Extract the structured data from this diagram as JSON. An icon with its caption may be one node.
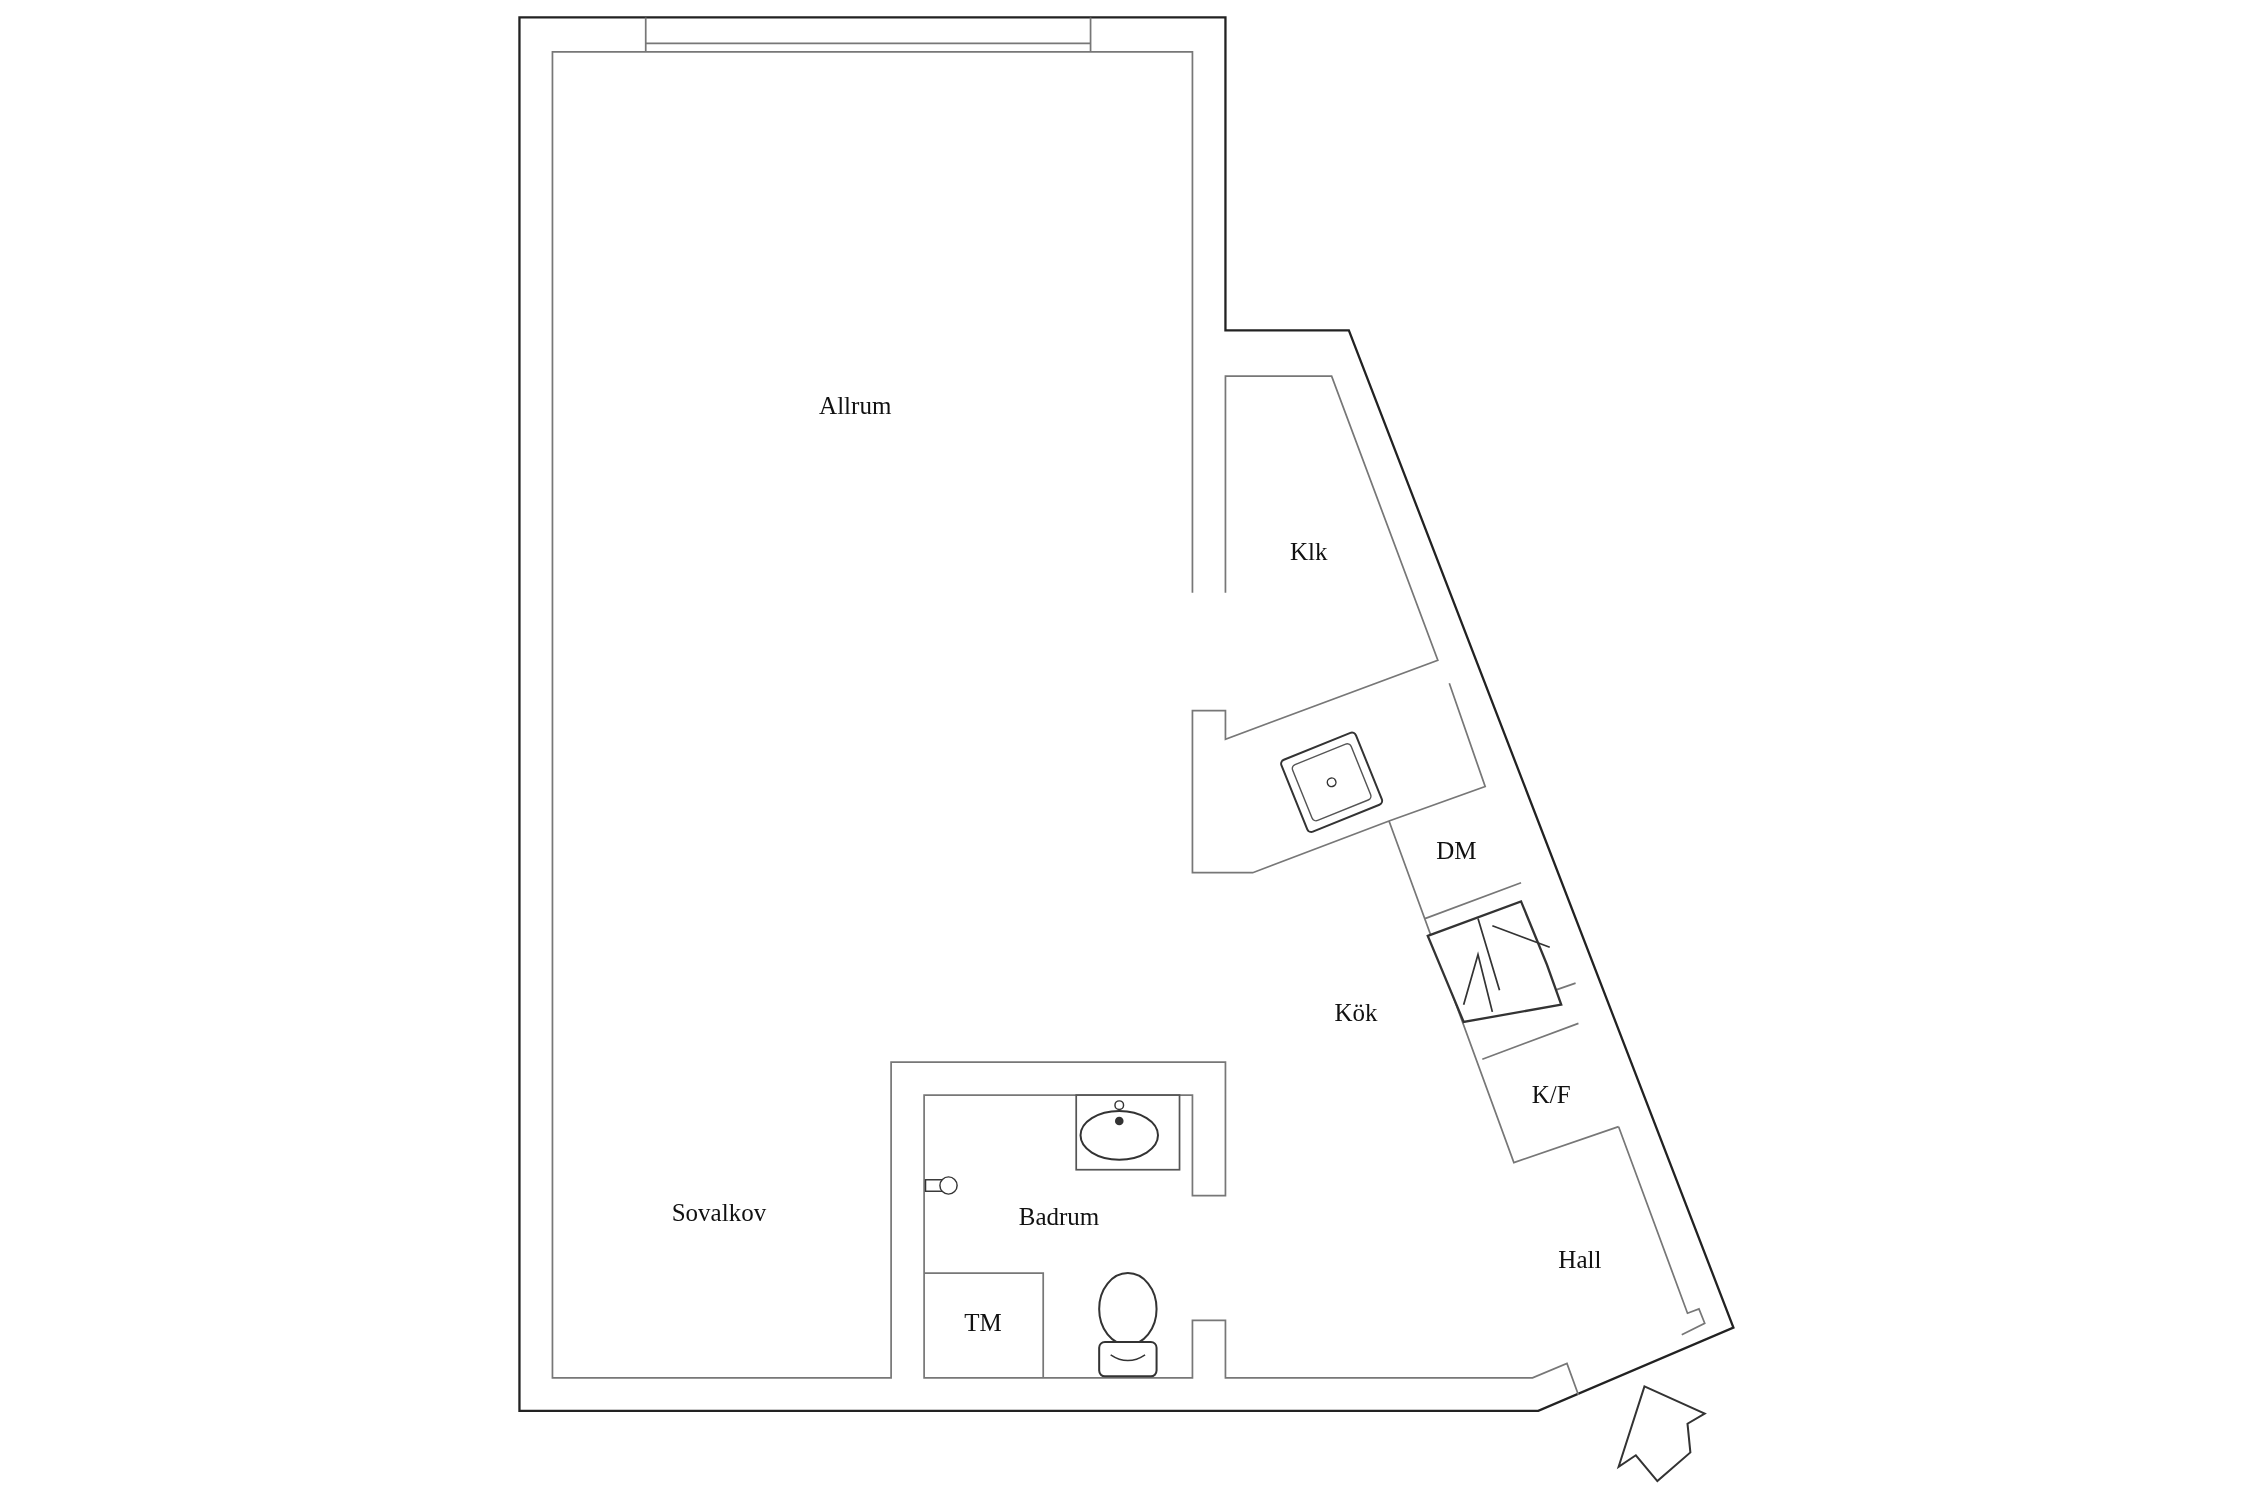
{
  "diagram": {
    "labels": [
      "Allrum",
      "Klk",
      "DM",
      "Kök",
      "K/F",
      "Sovalkov",
      "Badrum",
      "Hall",
      "TM"
    ]
  }
}
